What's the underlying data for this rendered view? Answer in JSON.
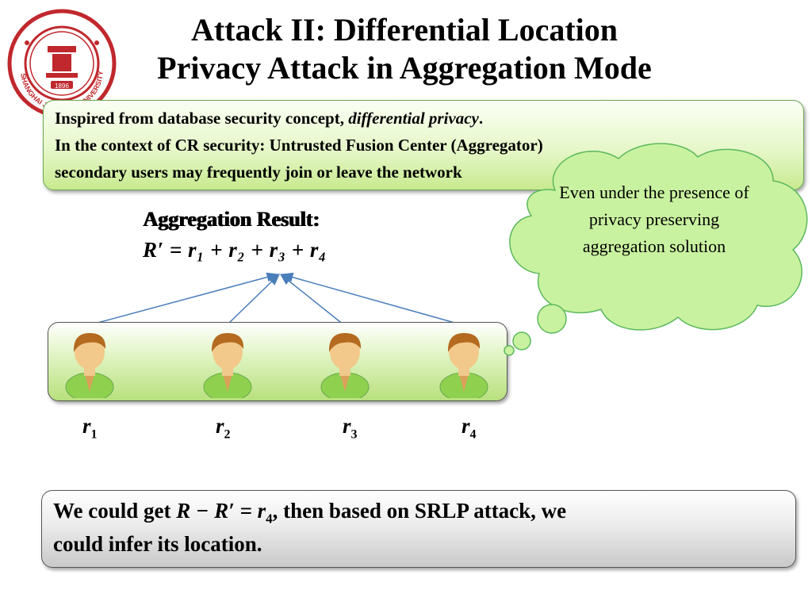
{
  "logo": {
    "name": "SHANGHAI JIAO TONG UNIVERSITY",
    "year": "1896"
  },
  "title": {
    "line1": "Attack II: Differential Location",
    "line2": "Privacy Attack in Aggregation Mode"
  },
  "info_box": {
    "line1_prefix": "Inspired from database security concept, ",
    "line1_emph": "differential privacy",
    "line1_suffix": ".",
    "line2": "In the context of CR security: Untrusted Fusion Center (Aggregator)",
    "line3": "secondary users may frequently join or leave the network"
  },
  "aggregation": {
    "label": "Aggregation Result:",
    "equation": "R′ = r₁ + r₂ + r₃ + r₄"
  },
  "users": [
    {
      "label": "r",
      "sub": "1"
    },
    {
      "label": "r",
      "sub": "2"
    },
    {
      "label": "r",
      "sub": "3"
    },
    {
      "label": "r",
      "sub": "4"
    }
  ],
  "callout": {
    "text": "Even under the presence of privacy preserving aggregation solution"
  },
  "conclusion": {
    "prefix": "We could get ",
    "math": "R − R′ = r",
    "math_sub": "4",
    "suffix": ", then based on SRLP attack, we",
    "line2": "could infer its location."
  },
  "colors": {
    "green_border": "#6aa84f",
    "arrow": "#4a7ebb",
    "cloud_fill": "#c9f2a0",
    "cloud_border": "#5cb85c",
    "seal_red": "#c0282d"
  },
  "icons": [
    "university-seal-icon",
    "user-icon",
    "thought-cloud-icon"
  ]
}
